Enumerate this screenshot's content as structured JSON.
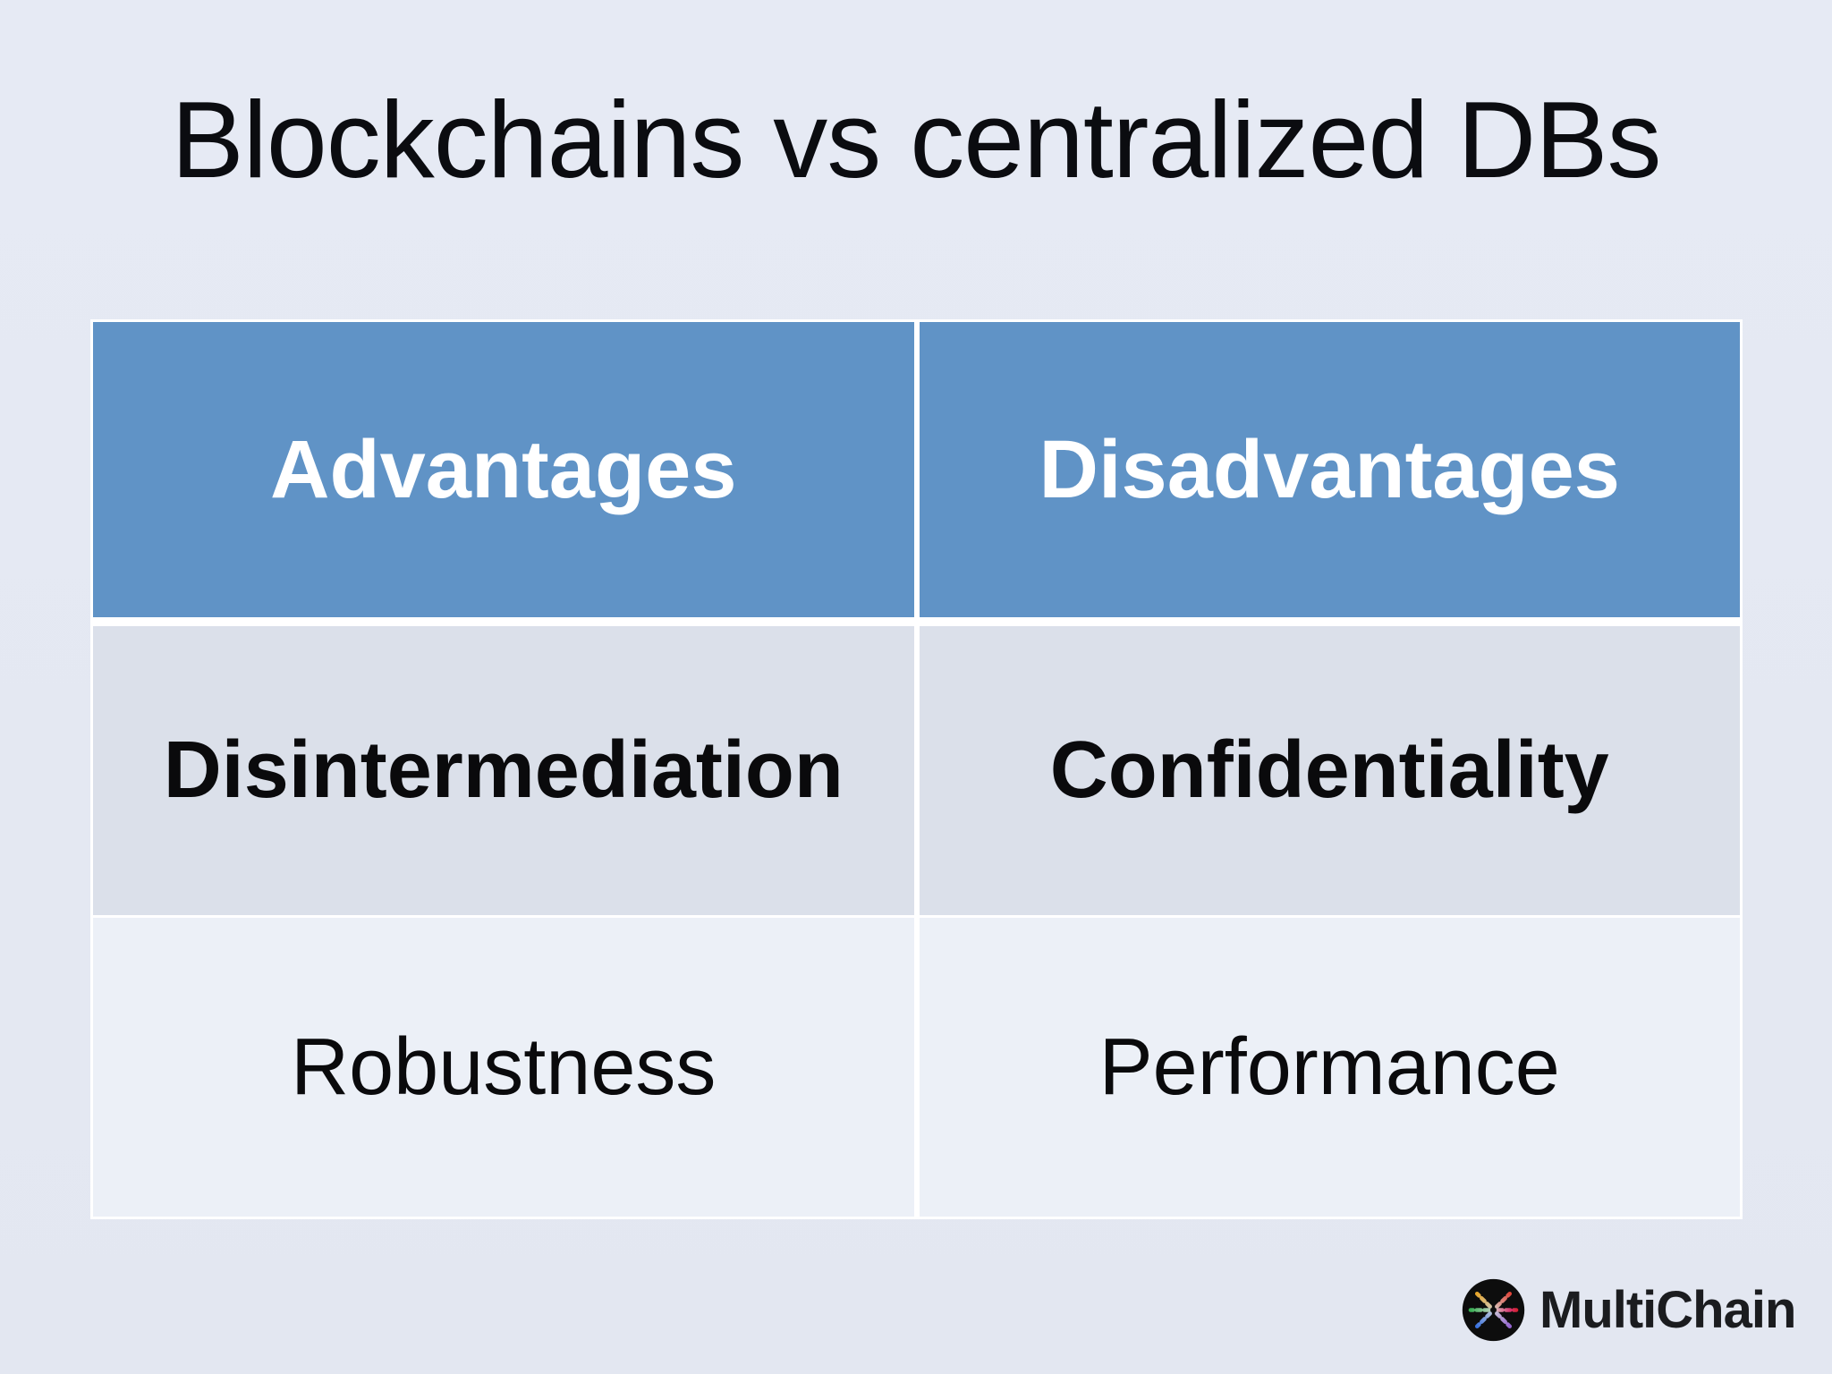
{
  "slide": {
    "title": "Blockchains vs centralized DBs",
    "table": {
      "headers": [
        "Advantages",
        "Disadvantages"
      ],
      "rows": [
        [
          "Disintermediation",
          "Confidentiality"
        ],
        [
          "Robustness",
          "Performance"
        ]
      ]
    },
    "logo": {
      "text": "MultiChain",
      "icon": "multichain-asterisk-icon"
    },
    "colors": {
      "background": "#E4E8F2",
      "table_header_fill": "#6093C6",
      "band_row_fill": "#DBE0EA",
      "light_row_fill": "#ECF0F7",
      "divider": "#FFFFFF",
      "header_text": "#FFFFFF",
      "body_text": "#0A0A0C",
      "logo_spoke_up_left": "#E8A21F",
      "logo_spoke_up_right": "#E03A2F",
      "logo_spoke_right": "#D6336C",
      "logo_spoke_down_right": "#8E5BD0",
      "logo_spoke_down_left": "#2E6BE0",
      "logo_spoke_left": "#2FAE4C"
    }
  }
}
